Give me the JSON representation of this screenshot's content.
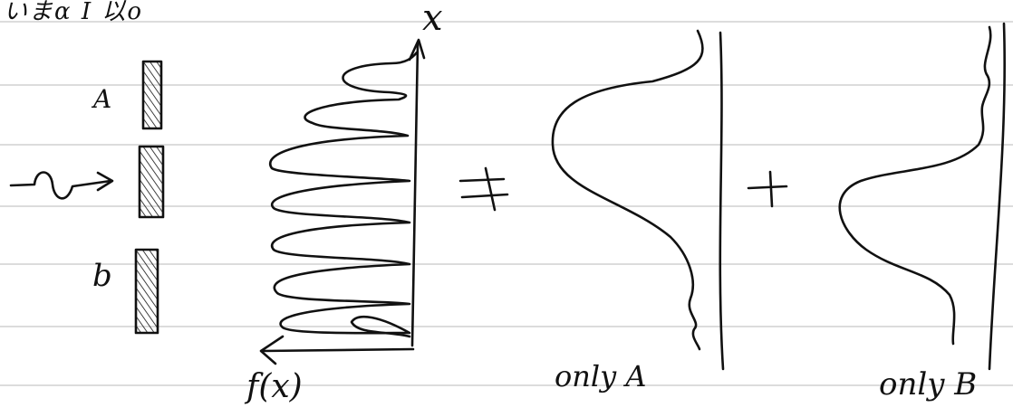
{
  "page": {
    "heading": "いまα I 以o",
    "ink_color": "#111111",
    "rule_color": "#c8c8c8"
  },
  "diagram": {
    "slit_labels": {
      "a": "A",
      "b": "b"
    },
    "axis": {
      "x_label": "x",
      "f_label": "f(x)"
    },
    "not_equal": "≠",
    "plus": "+",
    "captions": {
      "only_a": "only A",
      "only_b": "only B"
    },
    "icons": {
      "wave": "sine-arrow-icon",
      "hatch": "hatched-slit-icon"
    }
  }
}
